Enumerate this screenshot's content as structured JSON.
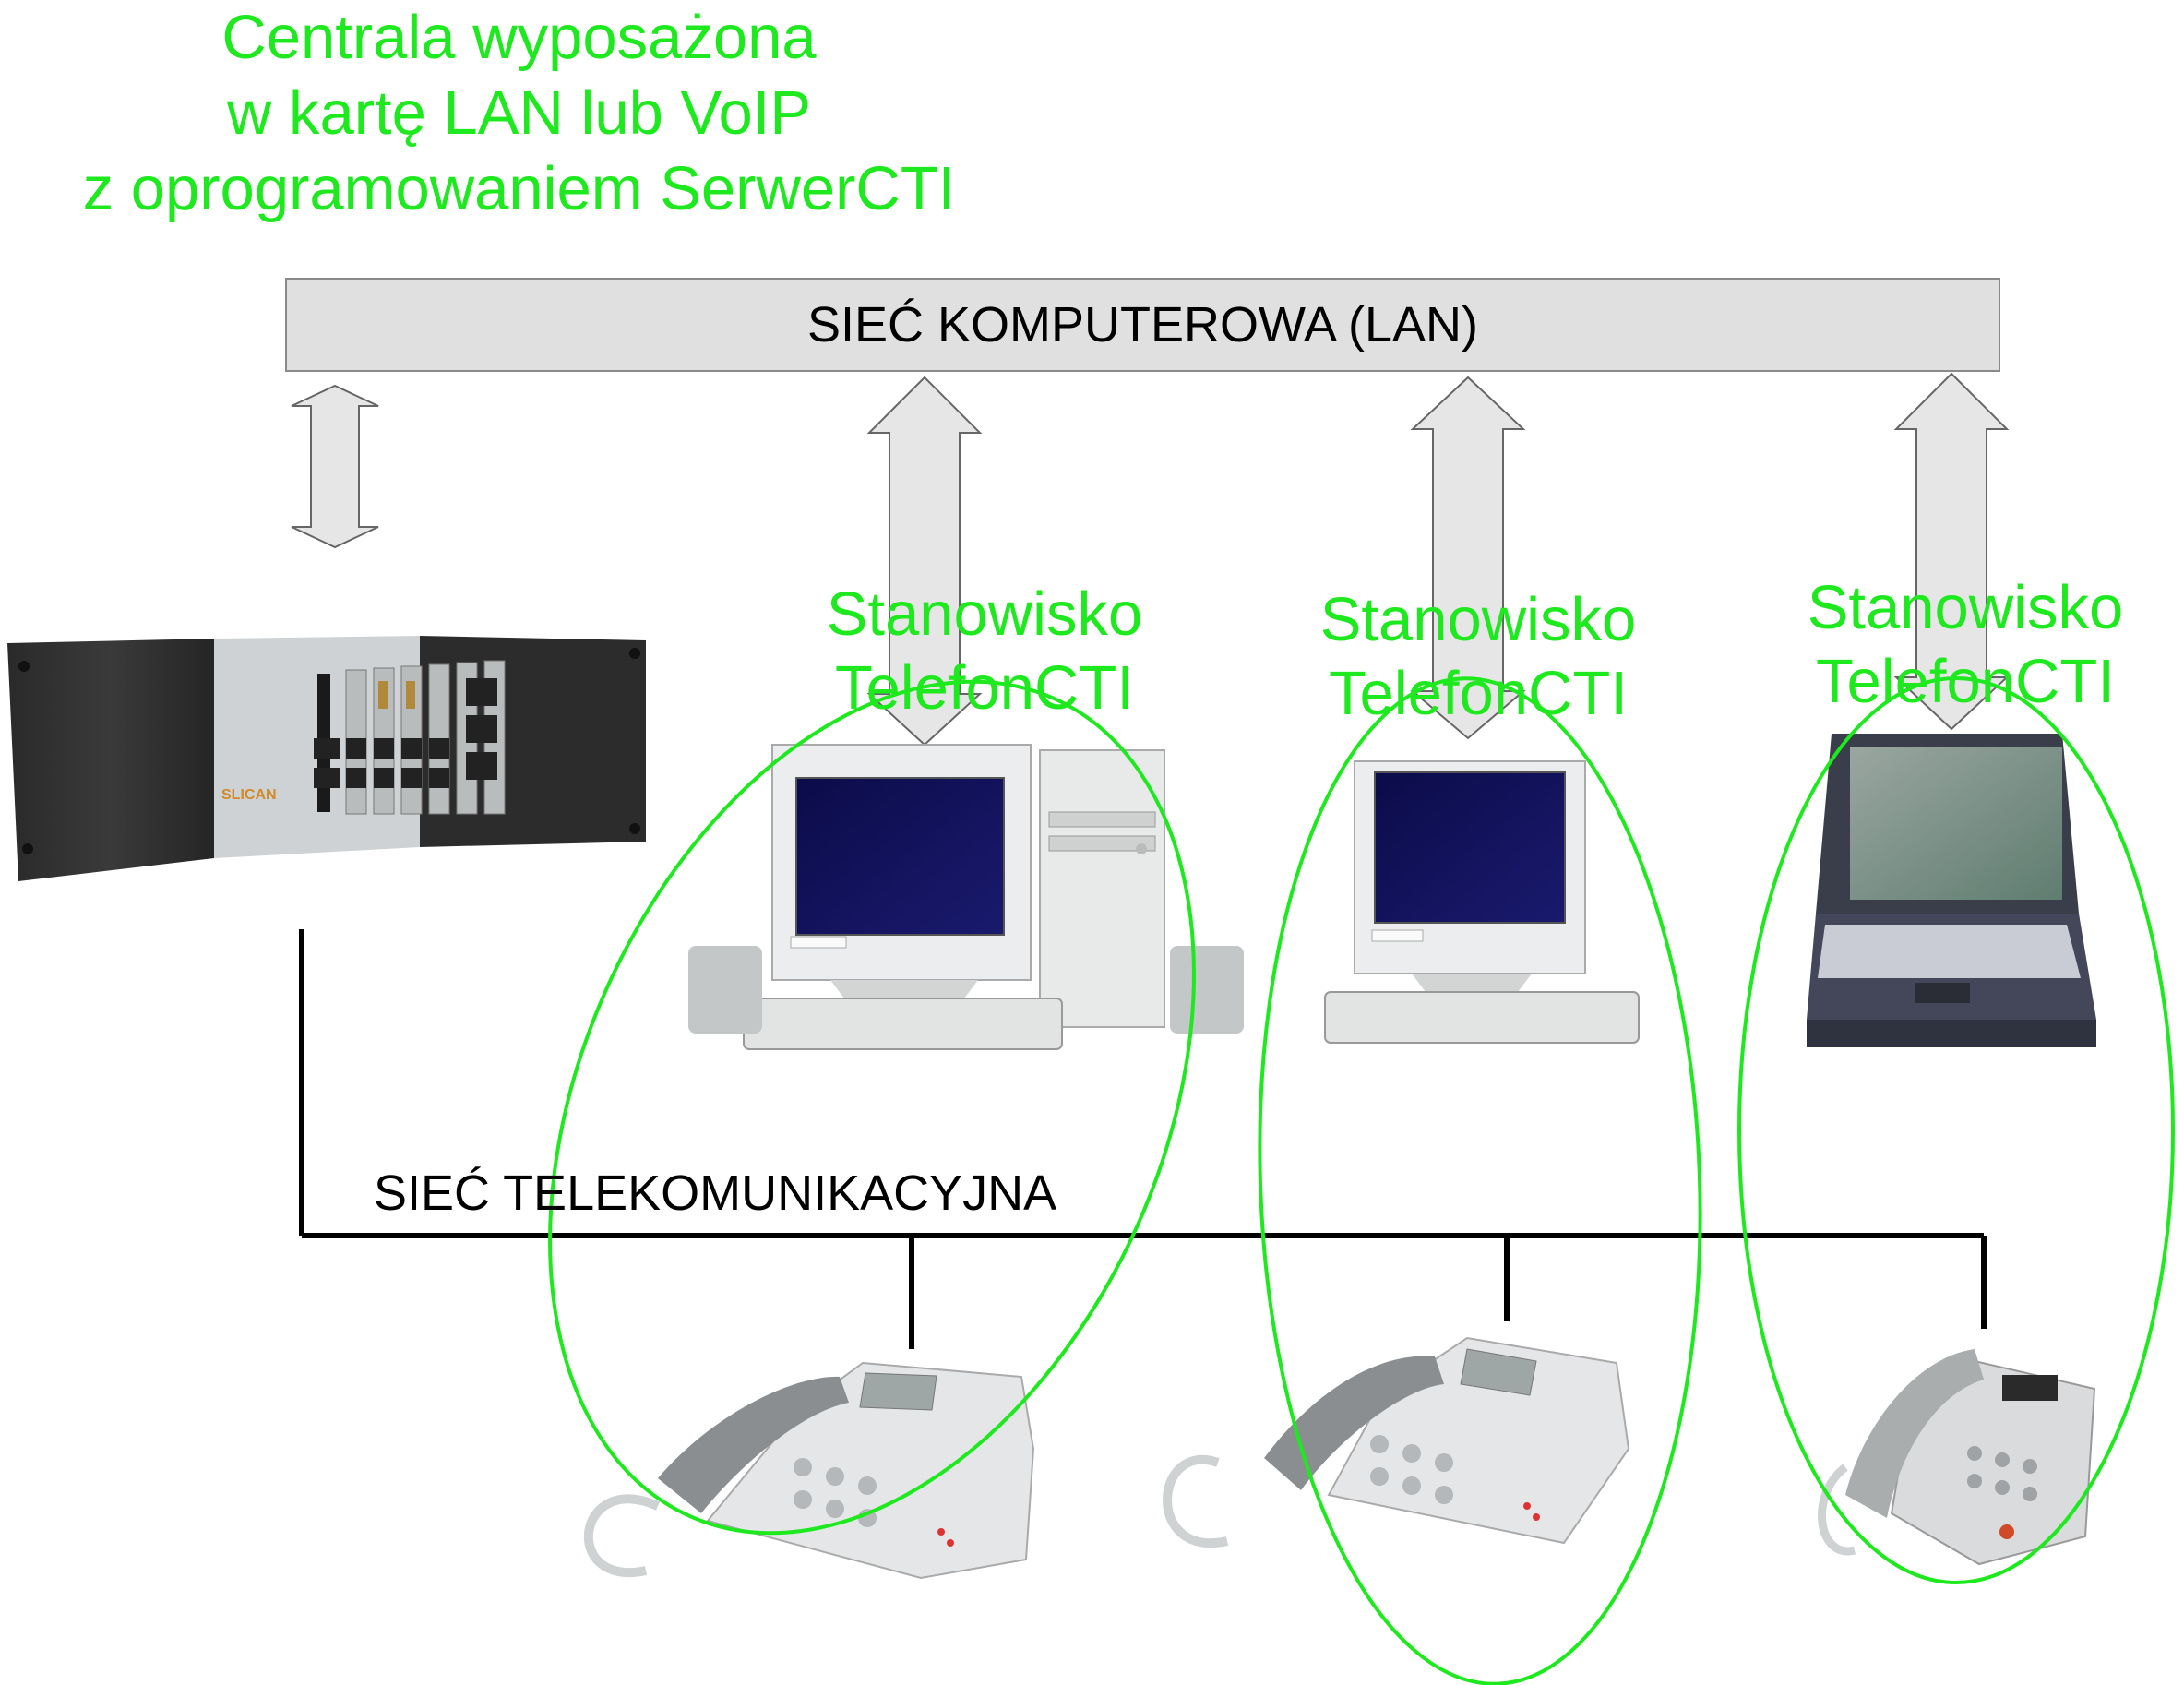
{
  "pbx": {
    "title_lines": [
      "Centrala wyposażona",
      "w kartę LAN lub VoIP",
      "z oprogramowaniem SerwerCTI"
    ],
    "brand": "SLICAN"
  },
  "lan": {
    "label": "SIEĆ KOMPUTEROWA (LAN)"
  },
  "telecom": {
    "label": "SIEĆ TELEKOMUNIKACYJNA"
  },
  "stations": [
    {
      "line1": "Stanowisko",
      "line2": "TelefonCTI",
      "device": "desktop-pc"
    },
    {
      "line1": "Stanowisko",
      "line2": "TelefonCTI",
      "device": "desktop-pc"
    },
    {
      "line1": "Stanowisko",
      "line2": "TelefonCTI",
      "device": "laptop"
    }
  ],
  "colors": {
    "highlight_green": "#1ee81e",
    "lan_bar_fill": "#e0e0e0",
    "arrow_fill": "#e6e6e6",
    "line_black": "#000000"
  }
}
